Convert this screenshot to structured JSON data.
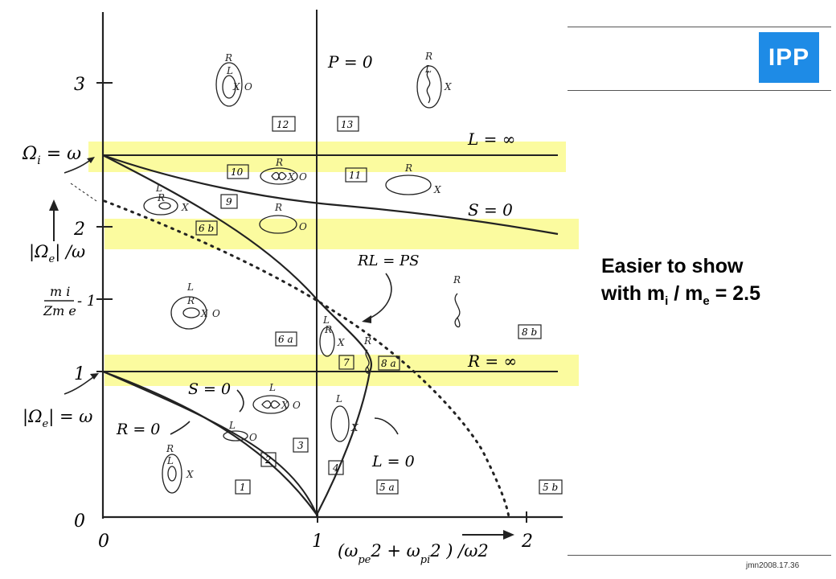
{
  "logo_text": "IPP",
  "caption": {
    "line1": "Easier to show",
    "line2_prefix": "with m",
    "line2_sub1": "i",
    "line2_mid": " / m",
    "line2_sub2": "e",
    "line2_suffix": " = 2.5"
  },
  "footer_id": "jmn2008.17.36",
  "diagram": {
    "y_ticks": [
      "3",
      "2",
      "1",
      "0"
    ],
    "x_ticks": [
      "0",
      "1",
      "2"
    ],
    "y_axis_label_omega_i": "Ω",
    "y_axis_label_omega_i_sub": "i",
    "y_axis_label_omega_i_eq": " = ω",
    "y_axis_label_ratio": "|Ω",
    "y_axis_label_ratio_sub": "e",
    "y_axis_label_ratio_end": "| /ω",
    "mass_ratio_num": "m i",
    "mass_ratio_den": "Zm e",
    "mass_ratio_minus": "- 1",
    "y_axis_label_omega_e": "|Ω",
    "y_axis_label_omega_e_sub": "e",
    "y_axis_label_omega_e_end": "| = ω",
    "x_axis_label": "(ω",
    "x_axis_sub_pe": "pe",
    "x_axis_plus": "2 + ω",
    "x_axis_sub_pi": "pi",
    "x_axis_end": "2 ) /ω2",
    "curve_labels": {
      "P0": "P = 0",
      "Linf": "L = ∞",
      "S0_top": "S = 0",
      "RLPS": "RL = PS",
      "Rinf": "R = ∞",
      "S0_bottom": "S = 0",
      "R0": "R = 0",
      "L0": "L = 0"
    },
    "regions": [
      "12",
      "13",
      "10",
      "11",
      "9",
      "6 b",
      "6 a",
      "7",
      "8 a",
      "8 b",
      "3",
      "2",
      "1",
      "4",
      "5 a",
      "5 b"
    ],
    "wave_labels": [
      "R",
      "L",
      "X",
      "O"
    ]
  }
}
